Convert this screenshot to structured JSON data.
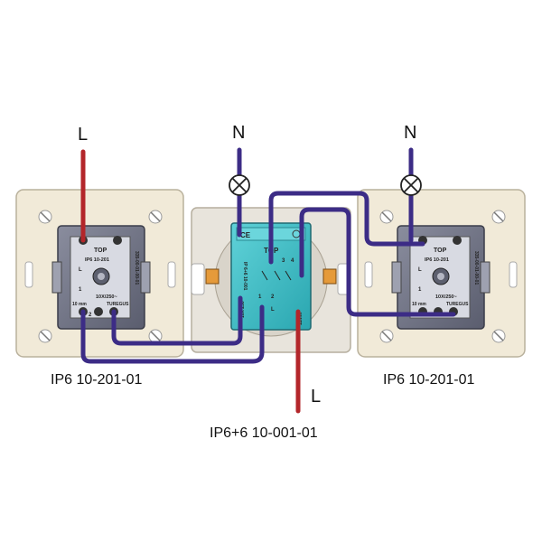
{
  "labels": {
    "left_line": "L",
    "left_neutral": "N",
    "right_neutral": "N",
    "bottom_line": "L"
  },
  "captions": {
    "left_switch": "IP6 10-201-01",
    "right_switch": "IP6 10-201-01",
    "center_module": "IP6+6 10-001-01"
  },
  "left_switch": {
    "top_label": "TOP",
    "model": "IP6 10-201",
    "rating": "10X/250~",
    "strip": "10 mm",
    "brand": "TUREGUS",
    "terminals": [
      "L",
      "1",
      "2"
    ],
    "side_code": "335-00-01-00-01"
  },
  "right_switch": {
    "top_label": "TOP",
    "model": "IP6 10-201",
    "rating": "10X/250~",
    "strip": "10 mm",
    "brand": "TUREGUS",
    "terminals": [
      "L",
      "1",
      "2"
    ],
    "side_code": "335-00-01-00-01"
  },
  "center_module": {
    "top_label": "TOP",
    "model": "IP 6+6 10-001",
    "rating": "10X 250",
    "strip": "11mm",
    "terminals": [
      "1",
      "2",
      "L",
      "3",
      "4"
    ]
  },
  "colors": {
    "line_wire": "#b3262a",
    "neutral_wire": "#3c2c86",
    "frame": "#f1ead8",
    "mechanism": "#6d7082",
    "module": "#43c0c8"
  }
}
